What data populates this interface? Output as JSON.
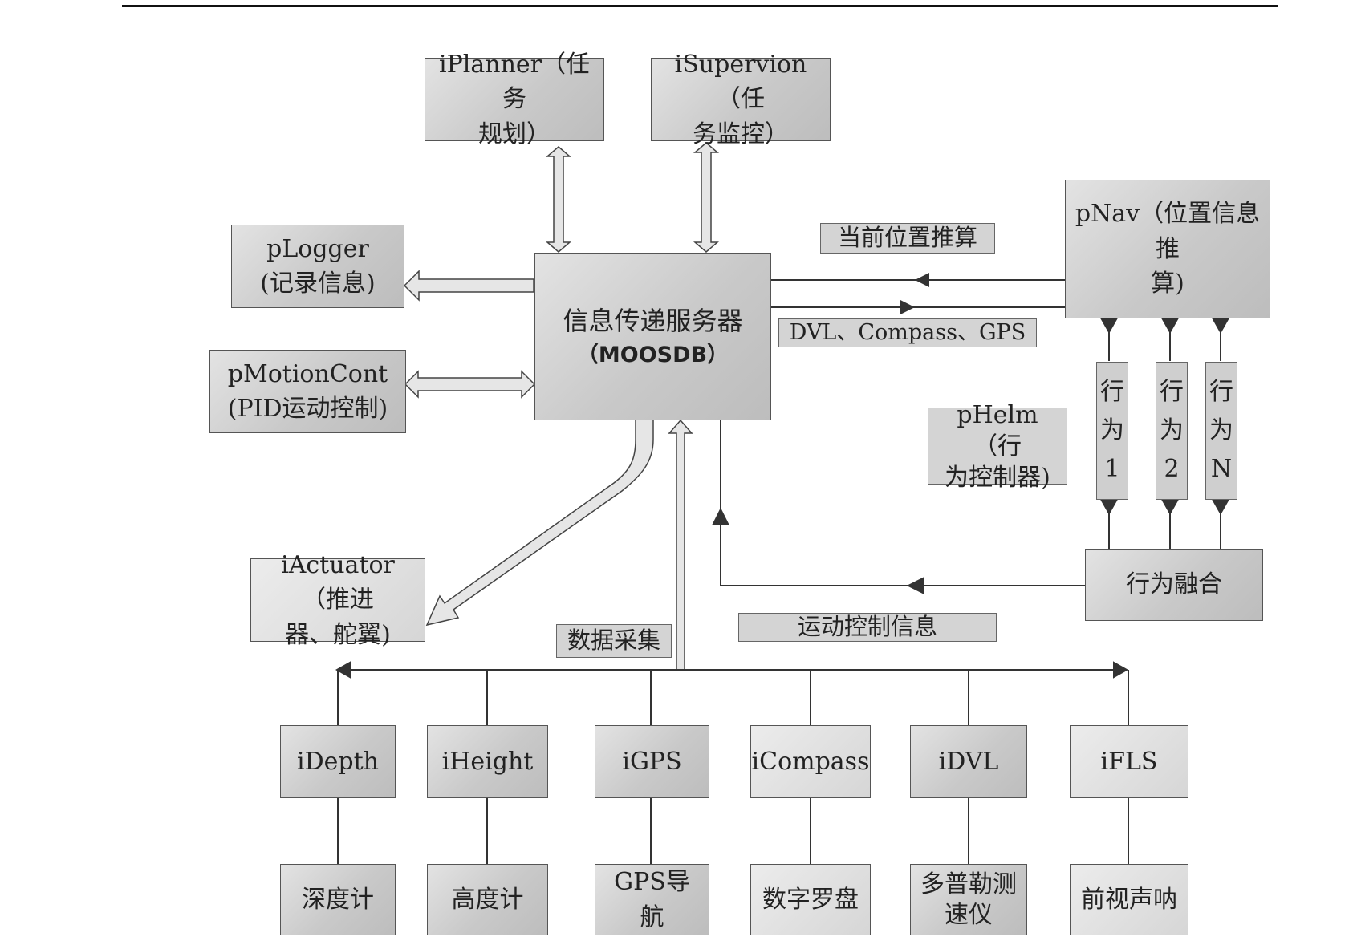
{
  "moosdb": {
    "line1": "信息传递服务器",
    "line2": "（MOOSDB）"
  },
  "iplanner": {
    "line1": "iPlanner（任务",
    "line2": "规划）"
  },
  "isupervion": {
    "line1": "iSupervion（任",
    "line2": "务监控）"
  },
  "plogger": {
    "line1": "pLogger",
    "line2": "(记录信息)"
  },
  "pmotioncont": {
    "line1": "pMotionCont",
    "line2": "(PID运动控制)"
  },
  "iactuator": {
    "line1": "iActuator（推进",
    "line2": "器、舵翼)"
  },
  "pnav": {
    "line1": "pNav（位置信息推",
    "line2": "算)"
  },
  "phelm": {
    "line1": "pHelm（行",
    "line2": "为控制器)"
  },
  "behaviors": [
    {
      "c1": "行",
      "c2": "为",
      "c3": "1"
    },
    {
      "c1": "行",
      "c2": "为",
      "c3": "2"
    },
    {
      "c1": "行",
      "c2": "为",
      "c3": "N"
    }
  ],
  "fusion": "行为融合",
  "labels": {
    "position_estimate": "当前位置推算",
    "sensors_in": "DVL、Compass、GPS",
    "data_acquisition": "数据采集",
    "motion_info": "运动控制信息"
  },
  "sensors": [
    {
      "module": "iDepth",
      "device": "深度计"
    },
    {
      "module": "iHeight",
      "device": "高度计"
    },
    {
      "module": "iGPS",
      "device": "GPS导航"
    },
    {
      "module": "iCompass",
      "device": "数字罗盘"
    },
    {
      "module": "iDVL",
      "device": "多普勒测速仪"
    },
    {
      "module": "iFLS",
      "device": "前视声呐"
    }
  ]
}
